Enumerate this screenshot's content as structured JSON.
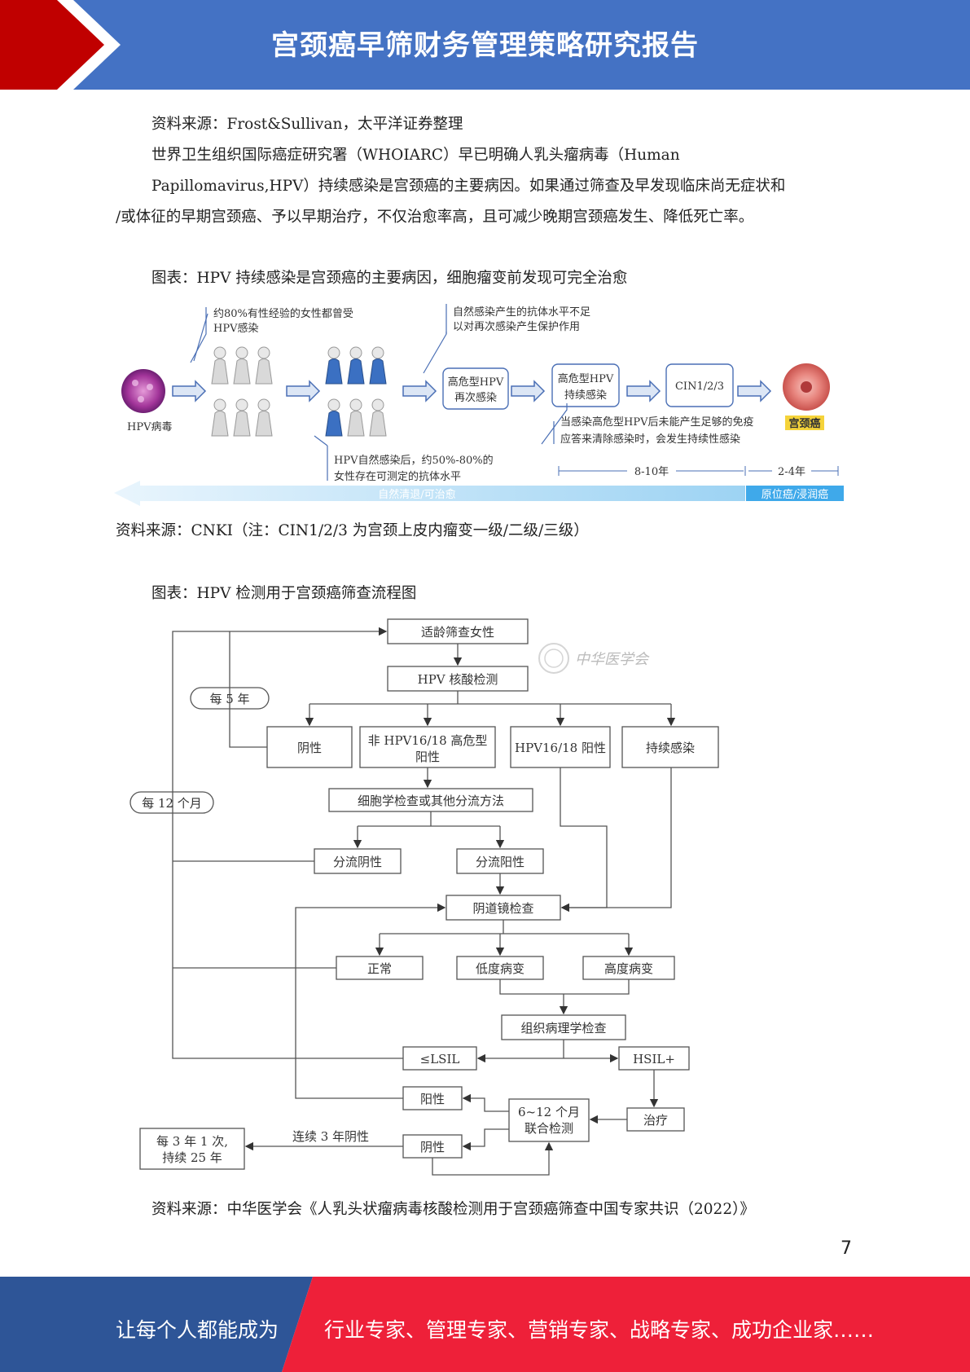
{
  "header": {
    "title": "宫颈癌早筛财务管理策略研究报告"
  },
  "body": {
    "source1": "资料来源：Frost&Sullivan，太平洋证券整理",
    "para_l1": "世界卫生组织国际癌症研究署（WHOIARC）早已明确人乳头瘤病毒（Human",
    "para_l2": "Papillomavirus,HPV）持续感染是宫颈癌的主要病因。如果通过筛查及早发现临床尚无症状和",
    "para_l3": "/或体征的早期宫颈癌、予以早期治疗，不仅治愈率高，且可减少晚期宫颈癌发生、降低死亡率。"
  },
  "figure1": {
    "caption": "图表：HPV 持续感染是宫颈癌的主要病因，细胞瘤变前发现可完全治愈",
    "virus_label": "HPV病毒",
    "note_top_1": "约80%有性经验的女性都曾受",
    "note_top_2": "HPV感染",
    "note_antibody_1": "自然感染产生的抗体水平不足",
    "note_antibody_2": "以对再次感染产生保护作用",
    "box1_l1": "高危型HPV",
    "box1_l2": "再次感染",
    "box2_l1": "高危型HPV",
    "box2_l2": "持续感染",
    "box3": "CIN1/2/3",
    "cancer_label": "宫颈癌",
    "note_persist_1": "当感染高危型HPV后未能产生足够的免疫",
    "note_persist_2": "应答来清除感染时，会发生持续性感染",
    "note_bottom_1": "HPV自然感染后，约50%-80%的",
    "note_bottom_2": "女性存在可测定的抗体水平",
    "span1": "8-10年",
    "span2": "2-4年",
    "bar_left": "自然清退/可治愈",
    "bar_right": "原位癌/浸润癌",
    "source": "资料来源：CNKI（注：CIN1/2/3 为宫颈上皮内瘤变一级/二级/三级）",
    "colors": {
      "arrow": "#4a6fb5",
      "bar": "#bfe0f7",
      "bar_dark": "#3fa9ea",
      "cancer_label_bg": "#f5d33a"
    }
  },
  "figure2": {
    "caption": "图表：HPV 检测用于宫颈癌筛查流程图",
    "watermark": "中华医学会",
    "nodes": {
      "eligible": "适龄筛查女性",
      "hpv_test": "HPV 核酸检测",
      "negative": "阴性",
      "non1618_l1": "非 HPV16/18 高危型",
      "non1618_l2": "阳性",
      "hpv1618": "HPV16/18 阳性",
      "persistent": "持续感染",
      "cytology": "细胞学检查或其他分流方法",
      "triage_neg": "分流阴性",
      "triage_pos": "分流阳性",
      "colposcopy": "阴道镜检查",
      "normal": "正常",
      "low": "低度病变",
      "high": "高度病变",
      "histology": "组织病理学检查",
      "lsil": "≤LSIL",
      "hsil": "HSIL+",
      "positive": "阳性",
      "negative2": "阴性",
      "cotest_l1": "6~12 个月",
      "cotest_l2": "联合检测",
      "treatment": "治疗",
      "every3_l1": "每 3 年 1 次,",
      "every3_l2": "持续 25 年",
      "consecutive": "连续 3 年阴性",
      "every5": "每 5 年",
      "every12": "每 12 个月"
    },
    "source": "资料来源：中华医学会《人乳头状瘤病毒核酸检测用于宫颈癌筛查中国专家共识（2022）》"
  },
  "page_number": "7",
  "footer": {
    "left": "让每个人都能成为",
    "right": "行业专家、管理专家、营销专家、战略专家、成功企业家……",
    "colors": {
      "blue": "#2e5597",
      "red": "#ee2039"
    }
  }
}
